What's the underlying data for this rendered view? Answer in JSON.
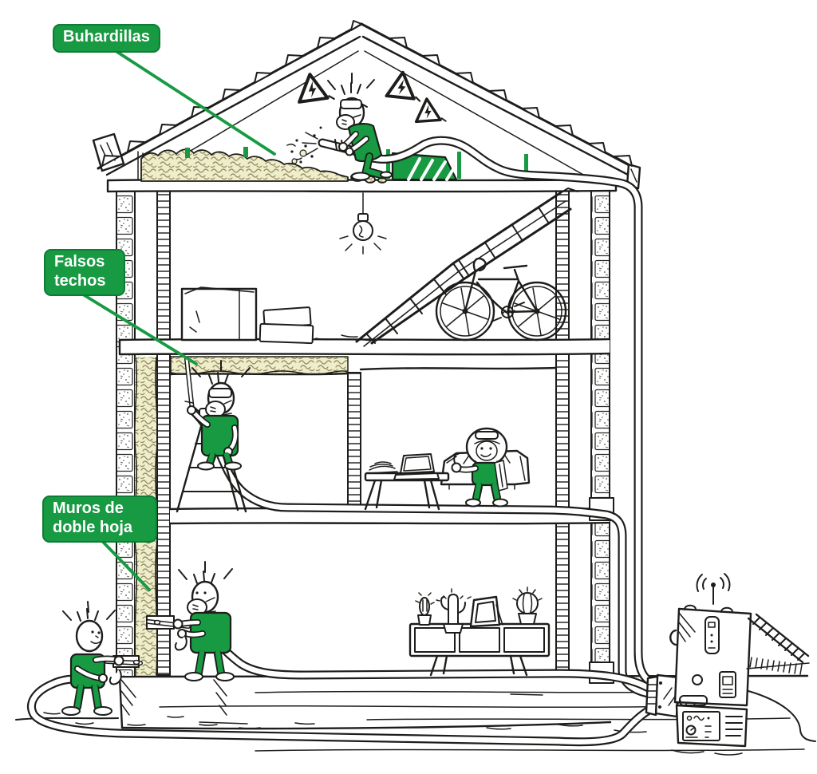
{
  "labels": {
    "attic": "Buhardillas",
    "false_ceilings": "Falsos techos",
    "cavity_walls": "Muros de doble hoja"
  },
  "colors": {
    "accent_green": "#179A42",
    "accent_green_dark": "#0D7C35",
    "insulation_fill": "#F0EDCB",
    "ink": "#1D1D1B",
    "background": "#FFFFFF"
  },
  "icons": {
    "hazard": "electric-hazard-icon",
    "wifi": "wifi-signal-icon",
    "bulb": "light-bulb-icon"
  }
}
